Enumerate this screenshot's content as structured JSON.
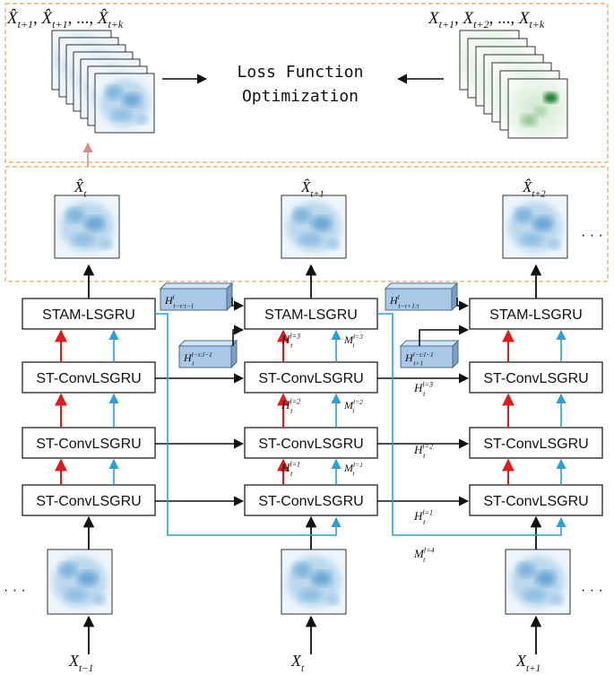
{
  "top_panel": {
    "pred_seq_label": "X̂t+1, X̂t+1, ..., X̂t+k",
    "pred_seq": {
      "base": "X",
      "terms": [
        {
          "hat": true,
          "sub": "t+1"
        },
        {
          "hat": true,
          "sub": "t+1"
        },
        {
          "hat": false,
          "text": "..."
        },
        {
          "hat": true,
          "sub": "t+k"
        }
      ]
    },
    "true_seq_label": "Xt+1, Xt+2, ..., Xt+k",
    "true_seq": {
      "base": "X",
      "terms": [
        {
          "hat": false,
          "sub": "t+1"
        },
        {
          "hat": false,
          "sub": "t+2"
        },
        {
          "hat": false,
          "text": "..."
        },
        {
          "hat": false,
          "sub": "t+k"
        }
      ]
    },
    "loss_line1": "Loss Function",
    "loss_line2": "Optimization"
  },
  "outputs": [
    {
      "base": "X",
      "hat": true,
      "sub": "t"
    },
    {
      "base": "X",
      "hat": true,
      "sub": "t+1"
    },
    {
      "base": "X",
      "hat": true,
      "sub": "t+2"
    }
  ],
  "inputs": [
    {
      "base": "X",
      "sub": "t−1"
    },
    {
      "base": "X",
      "sub": "t"
    },
    {
      "base": "X",
      "sub": "t+1"
    }
  ],
  "ellipsis": "· · ·",
  "columns": [
    {
      "stam": "STAM-LSGRU",
      "st3": "ST-ConvLSGRU",
      "st2": "ST-ConvLSGRU",
      "st1": "ST-ConvLSGRU"
    },
    {
      "stam": "STAM-LSGRU",
      "st3": "ST-ConvLSGRU",
      "st2": "ST-ConvLSGRU",
      "st1": "ST-ConvLSGRU"
    },
    {
      "stam": "STAM-LSGRU",
      "st3": "ST-ConvLSGRU",
      "st2": "ST-ConvLSGRU",
      "st1": "ST-ConvLSGRU"
    }
  ],
  "memory_blocks": [
    {
      "base": "H",
      "sub": "t−τ:t−1",
      "sup": "l"
    },
    {
      "base": "H",
      "sub": "t",
      "sup": "l−τ:l−1"
    },
    {
      "base": "H",
      "sub": "t−τ+1:t",
      "sup": "l"
    },
    {
      "base": "H",
      "sub": "t+1",
      "sup": "l−τ:l−1"
    }
  ],
  "state_labels": {
    "vertical_h": [
      {
        "base": "H",
        "sub": "t",
        "sup": "l=3"
      },
      {
        "base": "H",
        "sub": "t",
        "sup": "l=2"
      },
      {
        "base": "H",
        "sub": "t",
        "sup": "l=1"
      }
    ],
    "vertical_m": [
      {
        "base": "M",
        "sub": "t",
        "sup": "l=3"
      },
      {
        "base": "M",
        "sub": "t",
        "sup": "l=2"
      },
      {
        "base": "M",
        "sub": "t",
        "sup": "l=1"
      }
    ],
    "horizontal_h": [
      {
        "base": "H",
        "sub": "t",
        "sup": "l=3"
      },
      {
        "base": "H",
        "sub": "t",
        "sup": "l=2"
      },
      {
        "base": "H",
        "sub": "t",
        "sup": "l=1"
      }
    ],
    "m_transfer": {
      "base": "M",
      "sub": "t",
      "sup": "l=4"
    }
  },
  "colors": {
    "hidden_arrow": "#e01b1b",
    "memory_arrow": "#2a9fd8",
    "dashed_border": "#e8a45a",
    "memory_block_fill": "#a9c7e6",
    "memory_block_edge": "#4b6e93",
    "pred_map": "#7fb3dc",
    "true_map": "#1f7a2e",
    "skip_arrow": "#d98a8a"
  },
  "icons": {
    "prediction_map": "blue-heatmap-icon",
    "ground_truth_map": "green-heatmap-icon"
  }
}
